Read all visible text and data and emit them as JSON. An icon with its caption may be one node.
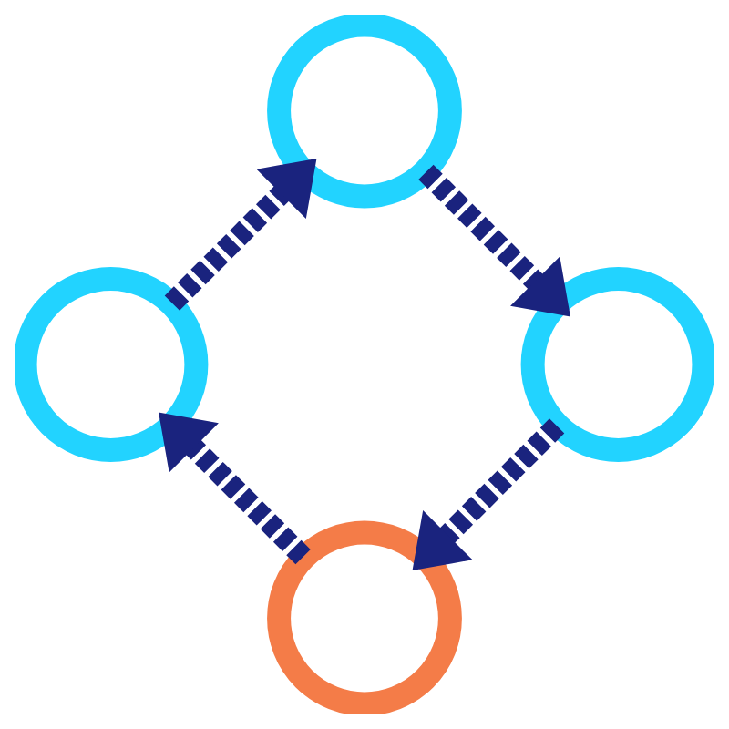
{
  "diagram": {
    "nodes": [
      {
        "text": [],
        "shape": "circle"
      },
      {
        "text": [],
        "shape": "circle"
      },
      {
        "text": [],
        "shape": "circle"
      },
      {
        "text": [],
        "shape": "circle"
      }
    ],
    "edges": [
      {
        "from": 1,
        "to": 0,
        "arrow": "to",
        "style": "dashed"
      },
      {
        "from": 0,
        "to": 2,
        "arrow": "to",
        "style": "dashed"
      },
      {
        "from": 2,
        "to": 3,
        "arrow": "to",
        "style": "dashed"
      },
      {
        "from": 3,
        "to": 1,
        "arrow": "to",
        "style": "dashed"
      }
    ]
  }
}
